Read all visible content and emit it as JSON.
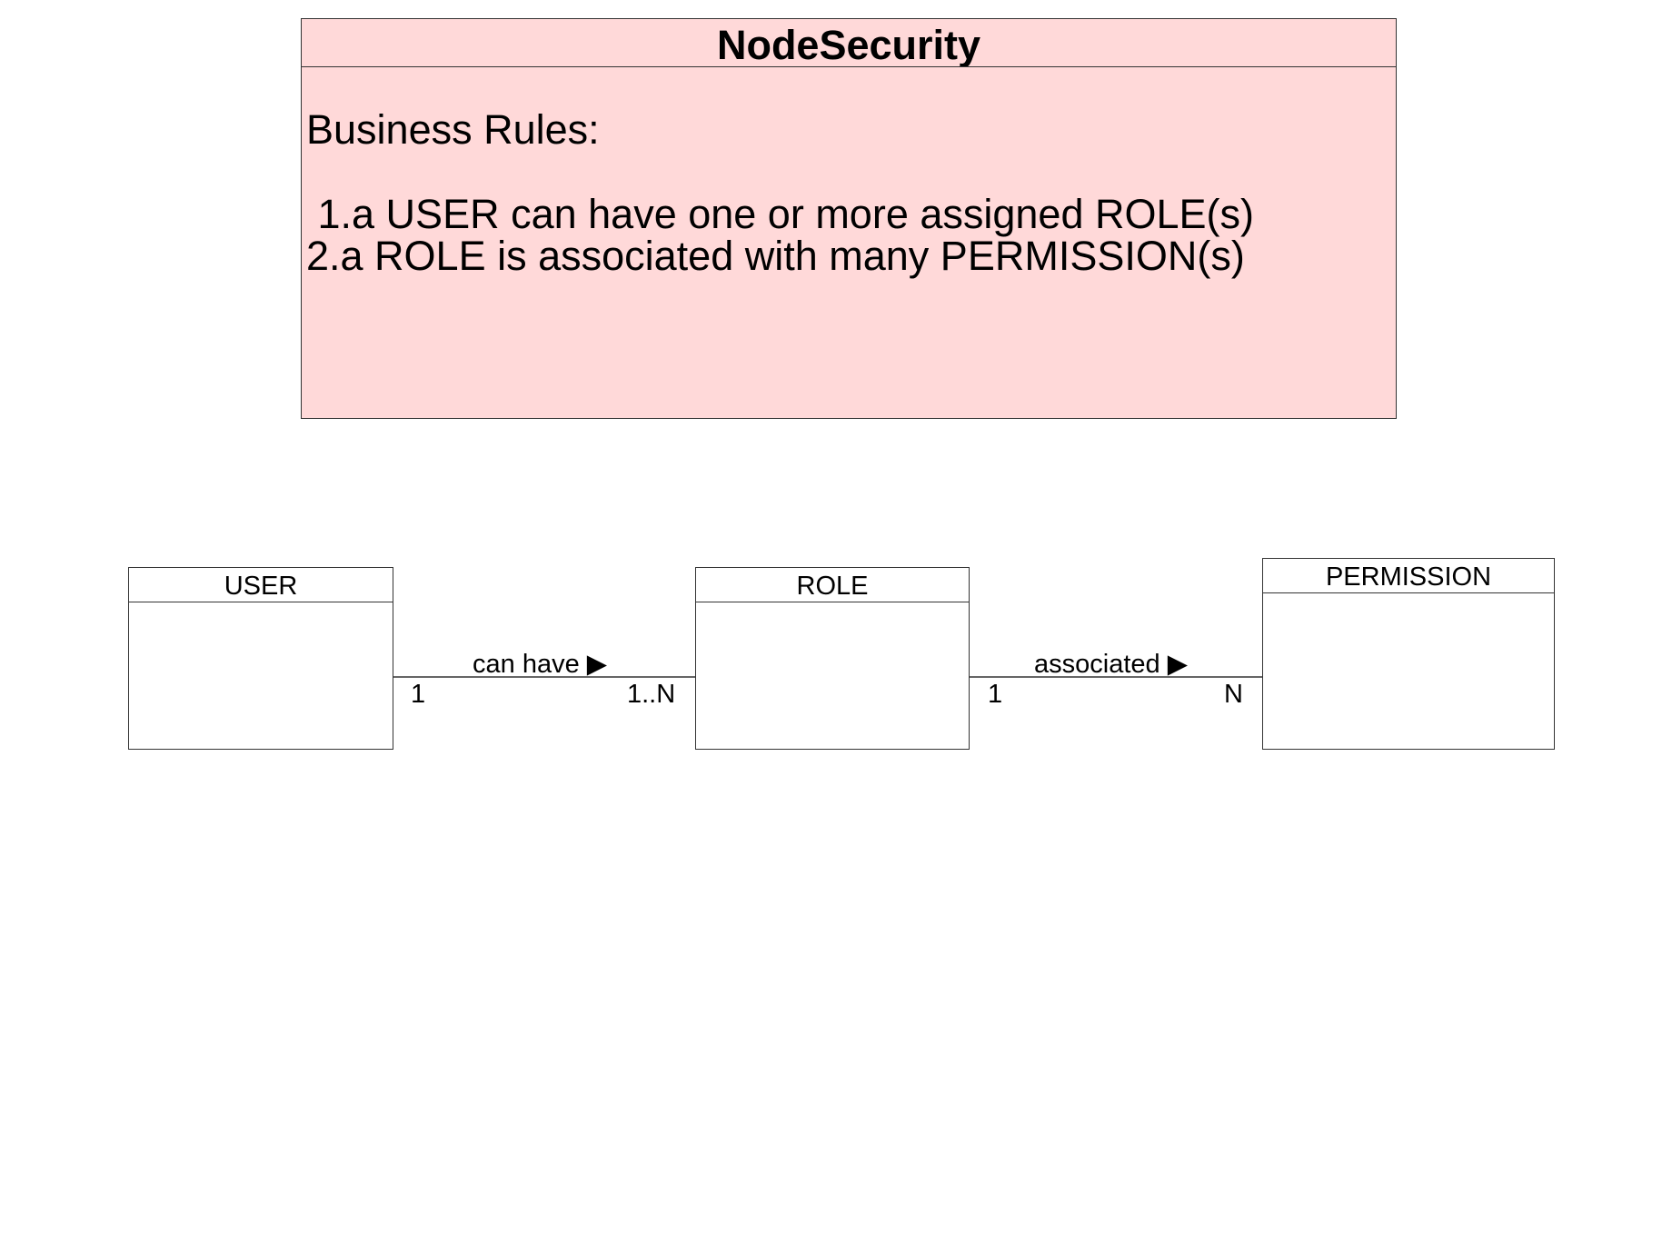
{
  "note": {
    "title": "NodeSecurity",
    "heading": "Business Rules:",
    "rules": [
      " 1.a USER can have one or more assigned ROLE(s)",
      "2.a ROLE is associated with many PERMISSION(s)"
    ]
  },
  "entities": [
    {
      "name": "USER"
    },
    {
      "name": "ROLE"
    },
    {
      "name": "PERMISSION"
    }
  ],
  "relationships": [
    {
      "label": "can have ▶",
      "from_multiplicity": "1",
      "to_multiplicity": "1..N"
    },
    {
      "label": "associated ▶",
      "from_multiplicity": "1",
      "to_multiplicity": "N"
    }
  ]
}
